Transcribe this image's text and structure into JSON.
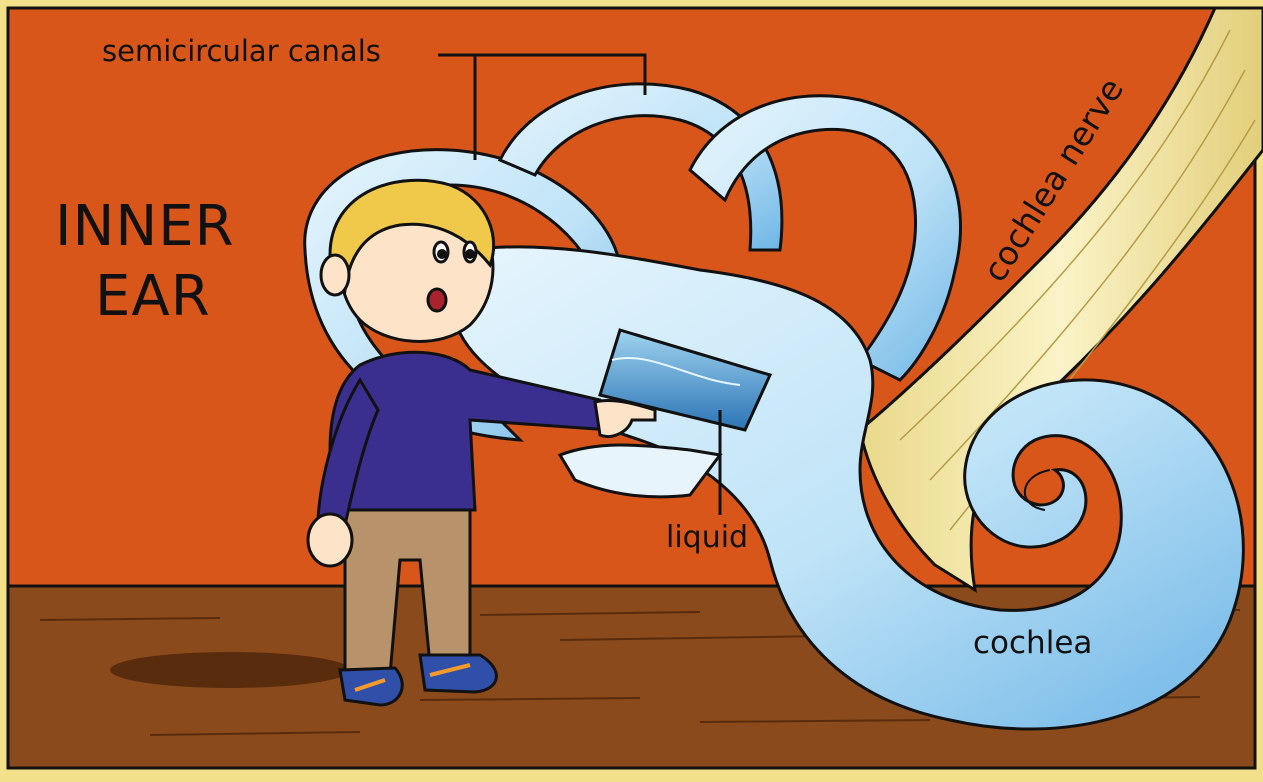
{
  "title": {
    "line1": "INNER",
    "line2": "EAR"
  },
  "labels": {
    "semicircular_canals": "semicircular canals",
    "liquid": "liquid",
    "cochlea": "cochlea",
    "cochlea_nerve": "cochlea nerve"
  },
  "colors": {
    "wall": "#d9561a",
    "floor": "#8a4a1c",
    "frame": "#f3e08a",
    "ear_fluid": "#bfe3f7",
    "nerve": "#f2e6a6",
    "shirt": "#3a2f8f",
    "pants": "#b8926a",
    "hair": "#f1c94a"
  }
}
